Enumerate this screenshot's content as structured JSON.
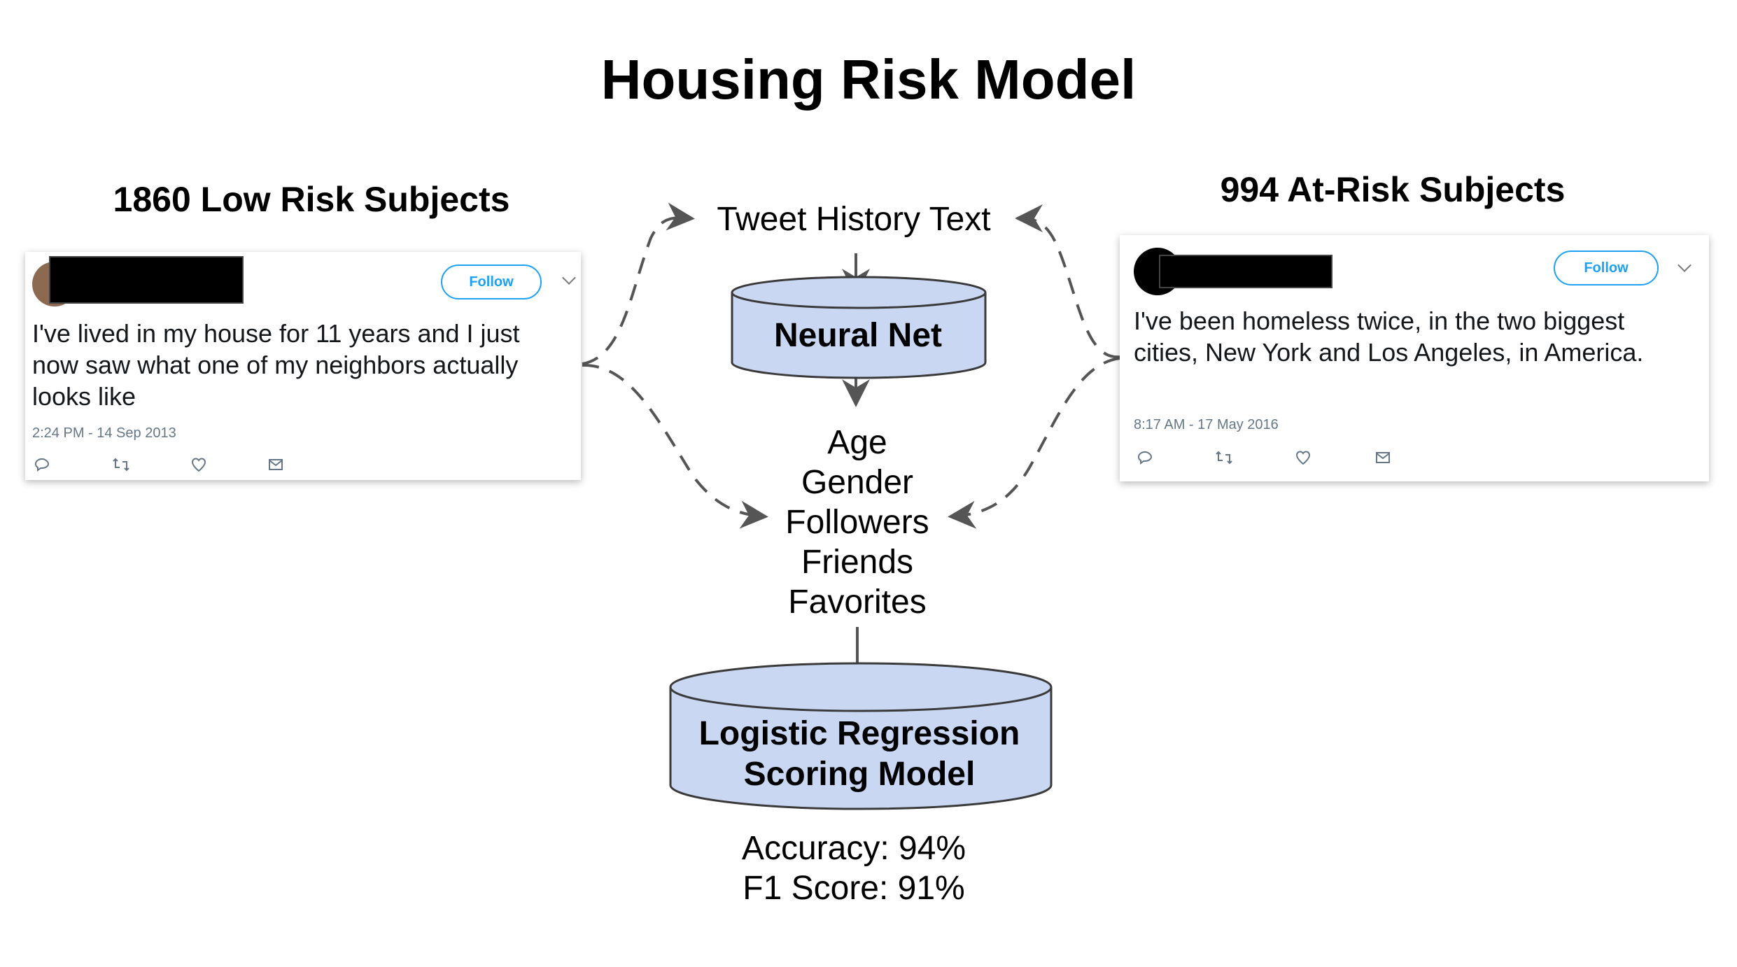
{
  "title": "Housing Risk Model",
  "groups": {
    "low_risk": {
      "label": "1860 Low Risk Subjects",
      "tweet": {
        "follow_label": "Follow",
        "text": "I've lived in my house for 11 years and I just now saw what one of my neighbors actually looks like",
        "timestamp": "2:24 PM - 14 Sep 2013"
      }
    },
    "at_risk": {
      "label": "994 At-Risk Subjects",
      "tweet": {
        "follow_label": "Follow",
        "text": "I've been homeless twice, in the two biggest cities, New York and Los Angeles, in America.",
        "timestamp": "8:17 AM - 17 May 2016"
      }
    }
  },
  "pipeline": {
    "input_label": "Tweet History Text",
    "neural_net_label": "Neural Net",
    "features": [
      "Age",
      "Gender",
      "Followers",
      "Friends",
      "Favorites"
    ],
    "scoring_model_label": [
      "Logistic Regression",
      "Scoring Model"
    ],
    "metrics": [
      "Accuracy: 94%",
      "F1 Score: 91%"
    ]
  },
  "colors": {
    "cylinder_fill": "#c9d7f3",
    "cylinder_stroke": "#3a3a3a",
    "arrow": "#555555",
    "follow_blue": "#1da1f2",
    "timestamp_gray": "#657786"
  },
  "icons": [
    "reply-icon",
    "retweet-icon",
    "like-icon",
    "message-icon"
  ]
}
